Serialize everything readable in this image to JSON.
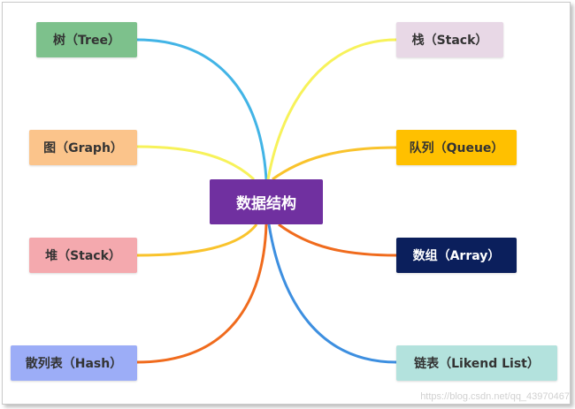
{
  "center": {
    "label": "数据结构",
    "color": "#7030a0"
  },
  "nodes": [
    {
      "label": "树（Tree）",
      "color": "#7dc18c",
      "text": "#333333",
      "line": "#42b4e6"
    },
    {
      "label": "图（Graph）",
      "color": "#fbc48b",
      "text": "#333333",
      "line": "#f7f25a"
    },
    {
      "label": "堆（Stack）",
      "color": "#f4a9ae",
      "text": "#333333",
      "line": "#f9c32c"
    },
    {
      "label": "散列表（Hash）",
      "color": "#9cadf7",
      "text": "#333333",
      "line": "#f06b1d"
    },
    {
      "label": "栈（Stack）",
      "color": "#e8d8e6",
      "text": "#333333",
      "line": "#f7f25a"
    },
    {
      "label": "队列（Queue）",
      "color": "#ffc000",
      "text": "#333333",
      "line": "#f9c32c"
    },
    {
      "label": "数组（Array）",
      "color": "#0b1f5c",
      "text": "#ffffff",
      "line": "#f06b1d"
    },
    {
      "label": "链表（Likend List）",
      "color": "#b3e2dd",
      "text": "#333333",
      "line": "#3d8fe0"
    }
  ],
  "watermark": "https://blog.csdn.net/qq_43970467"
}
